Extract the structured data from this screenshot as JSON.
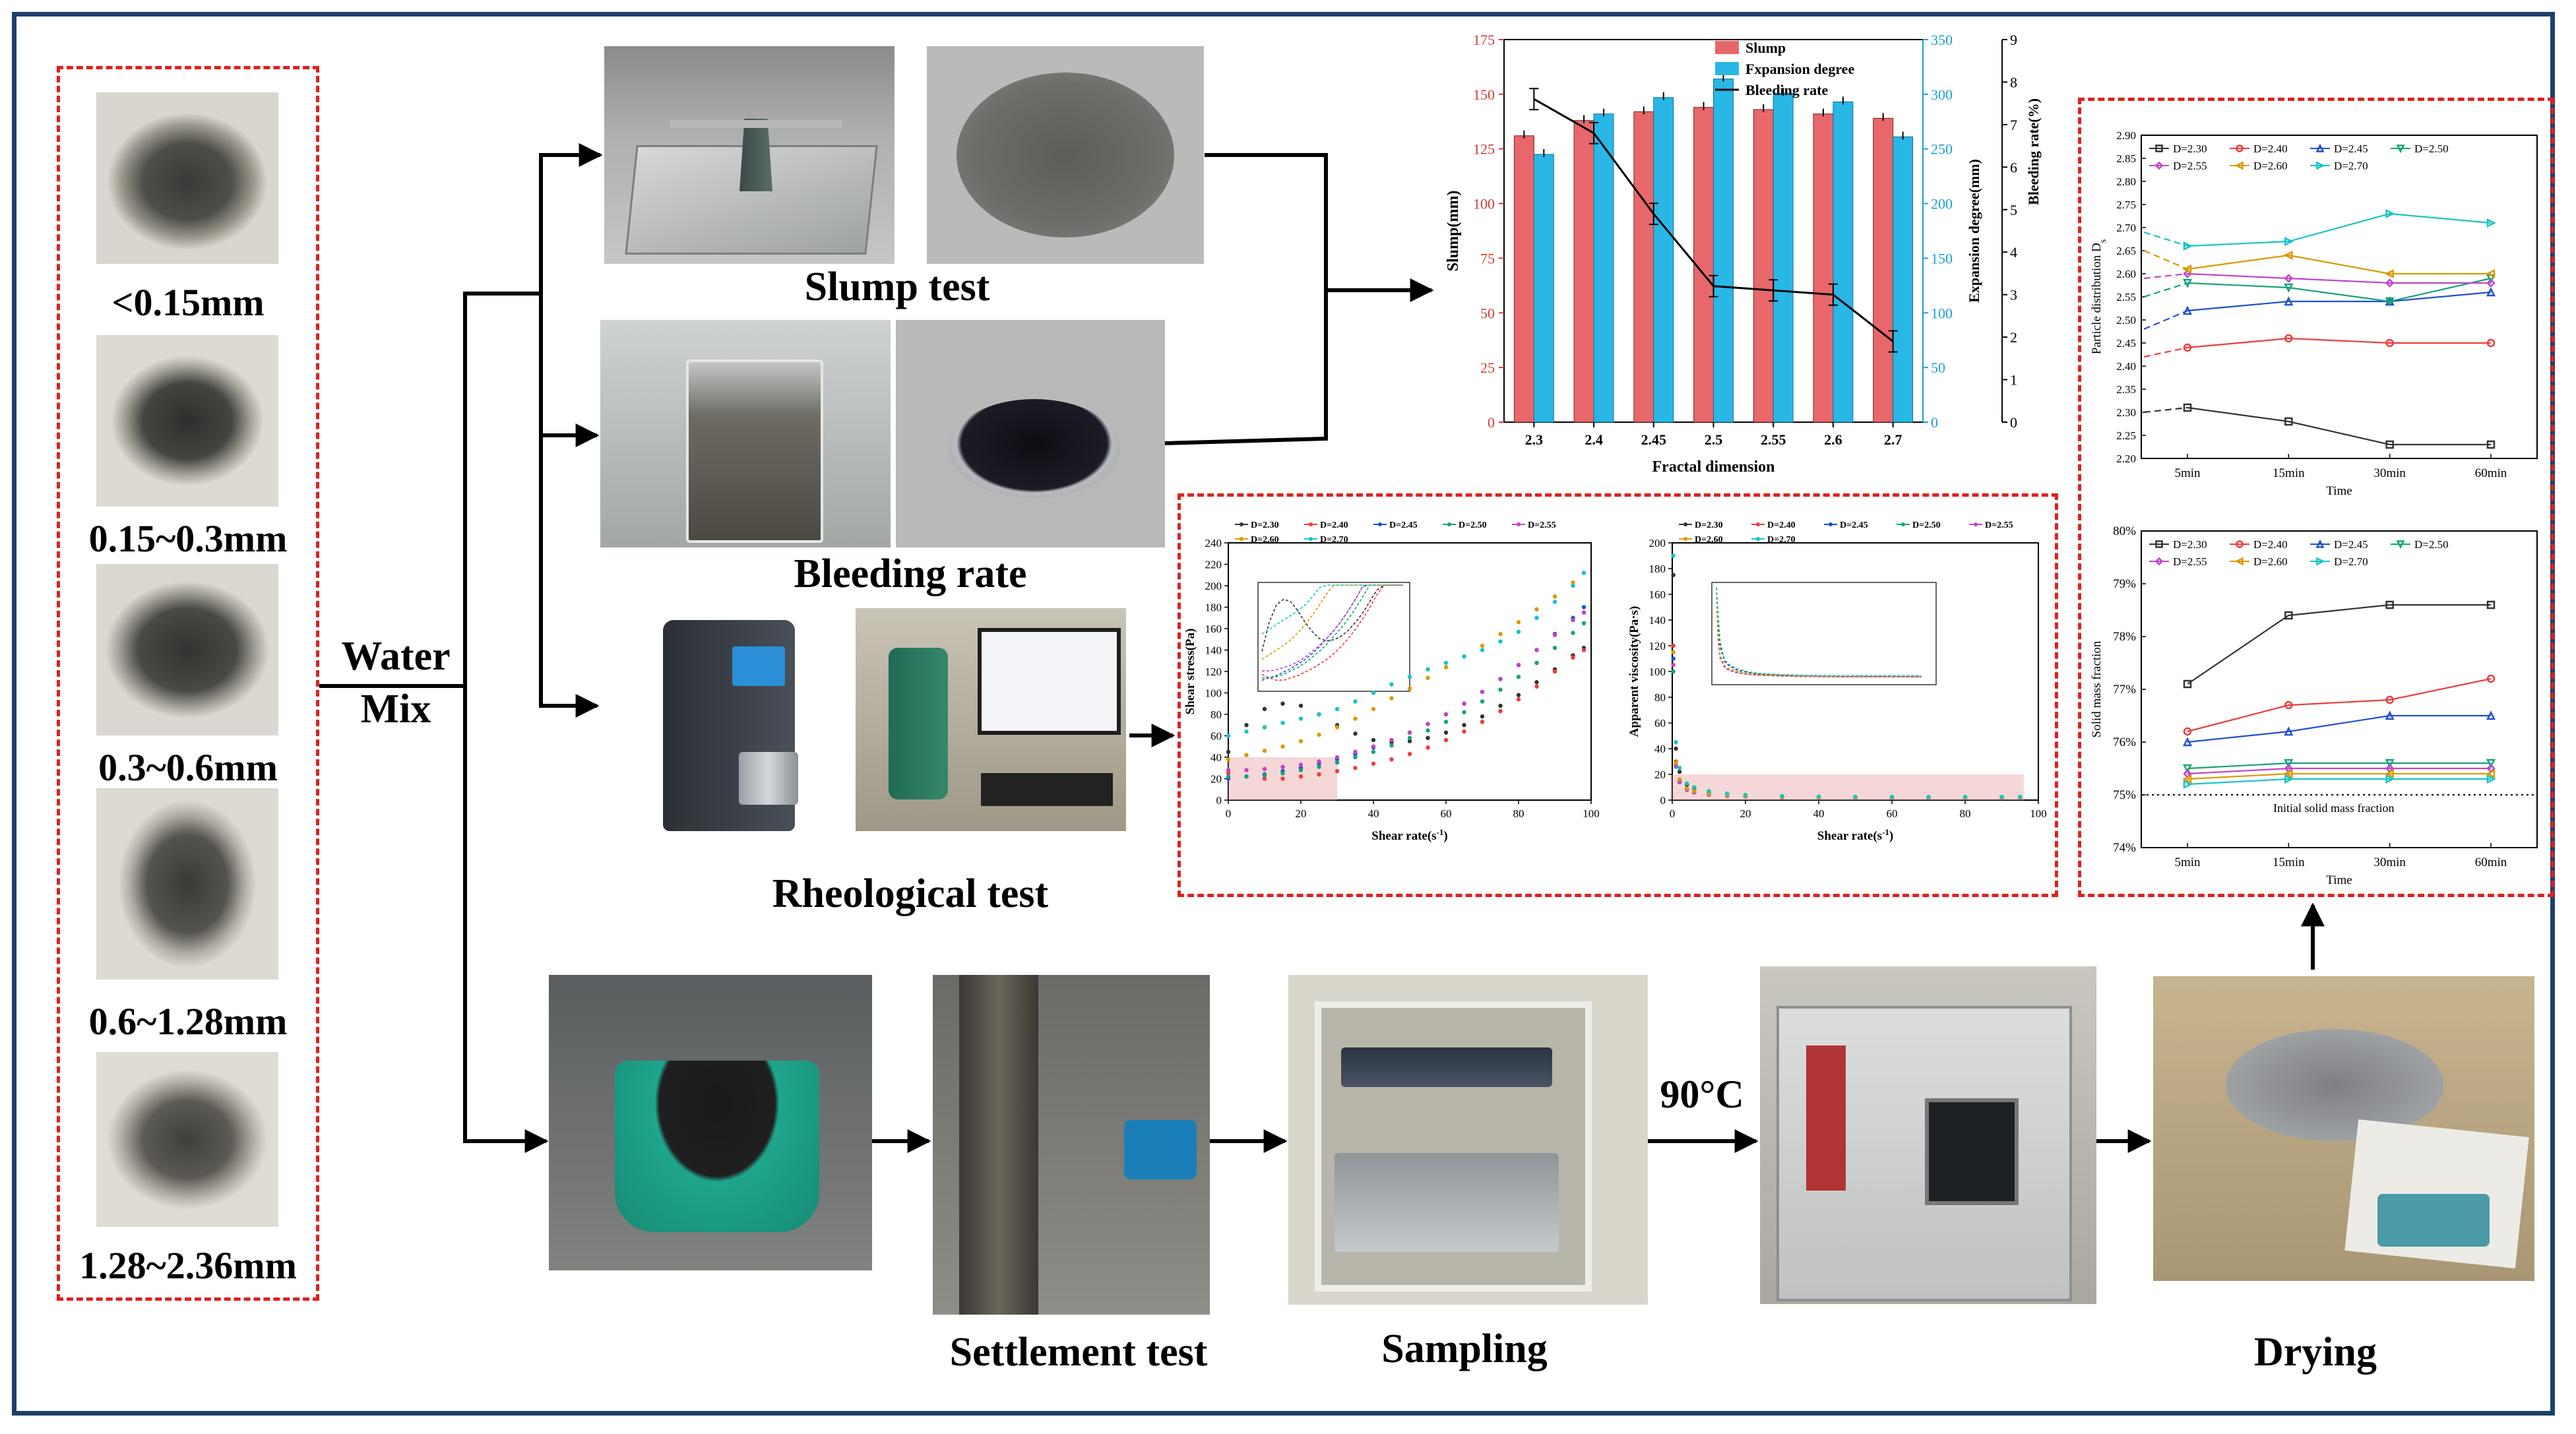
{
  "samples": {
    "labels": [
      "<0.15mm",
      "0.15~0.3mm",
      "0.3~0.6mm",
      "0.6~1.28mm",
      "1.28~2.36mm"
    ]
  },
  "labels": {
    "water": "Water",
    "mix": "Mix",
    "slump_test": "Slump test",
    "bleeding_rate": "Bleeding rate",
    "rheological_test": "Rheological test",
    "settlement_test": "Settlement test",
    "sampling": "Sampling",
    "temperature": "90°C",
    "drying": "Drying",
    "initial_solid_mass_fraction": "Initial solid mass fraction"
  },
  "chart_data": [
    {
      "id": "slump_expansion_bleeding",
      "type": "bar",
      "categories": [
        "2.3",
        "2.4",
        "2.45",
        "2.5",
        "2.55",
        "2.6",
        "2.7"
      ],
      "xlabel": "Fractal dimension",
      "ylabel": "Slump(mm)",
      "y2label": "Expansion degree(mm)",
      "y3label": "Bleeding rate(%)",
      "ylim": [
        0,
        175
      ],
      "y2lim": [
        0,
        350
      ],
      "y3lim": [
        0,
        9
      ],
      "yticks": [
        0,
        25,
        50,
        75,
        100,
        125,
        150,
        175
      ],
      "y2ticks": [
        0,
        50,
        100,
        150,
        200,
        250,
        300,
        350
      ],
      "y3ticks": [
        0,
        1,
        2,
        3,
        4,
        5,
        6,
        7,
        8,
        9
      ],
      "legend_position": "top",
      "series": [
        {
          "name": "Slump",
          "kind": "bar",
          "axis": "left",
          "color": "#e8676b",
          "values": [
            131,
            138,
            142,
            144,
            143,
            141,
            139
          ]
        },
        {
          "name": "Fxpansion degree",
          "kind": "bar",
          "axis": "right",
          "color": "#29b7e6",
          "values": [
            245,
            282,
            297,
            314,
            301,
            293,
            261
          ]
        },
        {
          "name": "Bleeding rate",
          "kind": "line",
          "axis": "third",
          "color": "#000000",
          "values": [
            7.6,
            6.8,
            4.9,
            3.2,
            3.1,
            3.0,
            1.9
          ]
        }
      ]
    },
    {
      "id": "particle_distribution",
      "type": "line",
      "ylabel": "Particle distribution D",
      "ylabel_sub": "s",
      "xlabel": "Time",
      "categories": [
        "5min",
        "15min",
        "30min",
        "60min"
      ],
      "ylim": [
        2.2,
        2.9
      ],
      "yticks": [
        "2.20",
        "2.25",
        "2.30",
        "2.35",
        "2.40",
        "2.45",
        "2.50",
        "2.55",
        "2.60",
        "2.65",
        "2.70",
        "2.75",
        "2.80",
        "2.85",
        "2.90"
      ],
      "legend_position": "top",
      "series": [
        {
          "name": "D=2.30",
          "color": "#333333",
          "marker": "square",
          "start": 2.3,
          "values": [
            2.31,
            2.28,
            2.23,
            2.23
          ]
        },
        {
          "name": "D=2.40",
          "color": "#ef3b3b",
          "marker": "circle",
          "start": 2.42,
          "values": [
            2.44,
            2.46,
            2.45,
            2.45
          ]
        },
        {
          "name": "D=2.45",
          "color": "#2050d0",
          "marker": "triangle",
          "start": 2.48,
          "values": [
            2.52,
            2.54,
            2.54,
            2.56
          ]
        },
        {
          "name": "D=2.50",
          "color": "#16a37a",
          "marker": "triangle-down",
          "start": 2.55,
          "values": [
            2.58,
            2.57,
            2.54,
            2.59
          ]
        },
        {
          "name": "D=2.55",
          "color": "#c044c8",
          "marker": "diamond",
          "start": 2.59,
          "values": [
            2.6,
            2.59,
            2.58,
            2.58
          ]
        },
        {
          "name": "D=2.60",
          "color": "#d99a00",
          "marker": "triangle-left",
          "start": 2.65,
          "values": [
            2.61,
            2.64,
            2.6,
            2.6
          ]
        },
        {
          "name": "D=2.70",
          "color": "#17c4c4",
          "marker": "triangle-right",
          "start": 2.69,
          "values": [
            2.66,
            2.67,
            2.73,
            2.71
          ]
        }
      ]
    },
    {
      "id": "solid_mass_fraction",
      "type": "line",
      "ylabel": "Solid mass fraction",
      "xlabel": "Time",
      "categories": [
        "5min",
        "15min",
        "30min",
        "60min"
      ],
      "ylim": [
        74,
        80
      ],
      "yticks": [
        "74%",
        "75%",
        "76%",
        "77%",
        "78%",
        "79%",
        "80%"
      ],
      "reference_line": 75,
      "legend_position": "top",
      "series": [
        {
          "name": "D=2.30",
          "color": "#333333",
          "marker": "square",
          "values": [
            77.1,
            78.4,
            78.6,
            78.6
          ]
        },
        {
          "name": "D=2.40",
          "color": "#ef3b3b",
          "marker": "circle",
          "values": [
            76.2,
            76.7,
            76.8,
            77.2
          ]
        },
        {
          "name": "D=2.45",
          "color": "#2050d0",
          "marker": "triangle",
          "values": [
            76.0,
            76.2,
            76.5,
            76.5
          ]
        },
        {
          "name": "D=2.50",
          "color": "#16a37a",
          "marker": "triangle-down",
          "values": [
            75.5,
            75.6,
            75.6,
            75.6
          ]
        },
        {
          "name": "D=2.55",
          "color": "#c044c8",
          "marker": "diamond",
          "values": [
            75.4,
            75.5,
            75.5,
            75.5
          ]
        },
        {
          "name": "D=2.60",
          "color": "#d99a00",
          "marker": "triangle-left",
          "values": [
            75.3,
            75.4,
            75.4,
            75.4
          ]
        },
        {
          "name": "D=2.70",
          "color": "#17c4c4",
          "marker": "triangle-right",
          "values": [
            75.2,
            75.3,
            75.3,
            75.3
          ]
        }
      ]
    },
    {
      "id": "shear_stress",
      "type": "scatter",
      "xlabel": "Shear rate(s",
      "xlabel_sup": "-1",
      "xlabel_end": ")",
      "ylabel": "Shear stress(Pa)",
      "xlim": [
        0,
        100
      ],
      "ylim": [
        0,
        240
      ],
      "xticks": [
        0,
        20,
        40,
        60,
        80,
        100
      ],
      "yticks": [
        0,
        20,
        40,
        60,
        80,
        100,
        120,
        140,
        160,
        180,
        200,
        220,
        240
      ],
      "legend_position": "top",
      "series": [
        {
          "name": "D=2.30",
          "color": "#333333",
          "x": [
            0,
            5,
            10,
            15,
            20,
            25,
            30,
            35,
            40,
            45,
            50,
            55,
            60,
            65,
            70,
            75,
            80,
            85,
            90,
            95,
            98
          ],
          "y": [
            45,
            70,
            85,
            90,
            88,
            80,
            70,
            62,
            56,
            54,
            55,
            58,
            63,
            70,
            78,
            88,
            98,
            110,
            122,
            135,
            142
          ]
        },
        {
          "name": "D=2.40",
          "color": "#ef3b3b",
          "x": [
            0,
            5,
            10,
            15,
            20,
            25,
            30,
            35,
            40,
            45,
            50,
            55,
            60,
            65,
            70,
            75,
            80,
            85,
            90,
            95,
            98
          ],
          "y": [
            25,
            22,
            20,
            20,
            22,
            24,
            27,
            30,
            34,
            38,
            43,
            49,
            56,
            64,
            73,
            83,
            94,
            106,
            120,
            133,
            140
          ]
        },
        {
          "name": "D=2.45",
          "color": "#2050d0",
          "x": [
            0,
            5,
            10,
            15,
            20,
            25,
            30,
            35,
            40,
            45,
            50,
            55,
            60,
            65,
            70,
            75,
            80,
            85,
            90,
            95,
            98
          ],
          "y": [
            20,
            22,
            24,
            27,
            30,
            34,
            38,
            43,
            49,
            56,
            63,
            71,
            80,
            90,
            101,
            113,
            126,
            140,
            155,
            170,
            180
          ]
        },
        {
          "name": "D=2.50",
          "color": "#16a37a",
          "x": [
            0,
            5,
            10,
            15,
            20,
            25,
            30,
            35,
            40,
            45,
            50,
            55,
            60,
            65,
            70,
            75,
            80,
            85,
            90,
            95,
            98
          ],
          "y": [
            22,
            22,
            23,
            25,
            28,
            31,
            35,
            40,
            45,
            51,
            58,
            65,
            73,
            82,
            92,
            103,
            115,
            128,
            142,
            156,
            165
          ]
        },
        {
          "name": "D=2.55",
          "color": "#c044c8",
          "x": [
            0,
            5,
            10,
            15,
            20,
            25,
            30,
            35,
            40,
            45,
            50,
            55,
            60,
            65,
            70,
            75,
            80,
            85,
            90,
            95,
            98
          ],
          "y": [
            28,
            28,
            29,
            31,
            33,
            36,
            40,
            45,
            50,
            56,
            63,
            71,
            80,
            90,
            101,
            113,
            126,
            140,
            154,
            168,
            175
          ]
        },
        {
          "name": "D=2.60",
          "color": "#d99a00",
          "x": [
            0,
            5,
            10,
            15,
            20,
            25,
            30,
            35,
            40,
            45,
            50,
            55,
            60,
            65,
            70,
            75,
            80,
            85,
            90,
            95,
            98
          ],
          "y": [
            38,
            42,
            46,
            50,
            55,
            61,
            68,
            76,
            85,
            95,
            104,
            114,
            124,
            134,
            144,
            155,
            166,
            178,
            190,
            203,
            212
          ]
        },
        {
          "name": "D=2.70",
          "color": "#17c4c4",
          "x": [
            0,
            5,
            10,
            15,
            20,
            25,
            30,
            35,
            40,
            45,
            50,
            55,
            60,
            65,
            70,
            75,
            80,
            85,
            90,
            95,
            98
          ],
          "y": [
            60,
            64,
            68,
            72,
            76,
            80,
            85,
            92,
            100,
            108,
            115,
            122,
            128,
            134,
            140,
            148,
            157,
            170,
            185,
            200,
            212
          ]
        }
      ]
    },
    {
      "id": "apparent_viscosity",
      "type": "scatter",
      "xlabel": "Shear rate(s",
      "xlabel_sup": "-1",
      "xlabel_end": ")",
      "ylabel": "Apparent viscosity(Pa·s)",
      "xlim": [
        0,
        100
      ],
      "ylim": [
        0,
        200
      ],
      "xticks": [
        0,
        20,
        40,
        60,
        80,
        100
      ],
      "yticks": [
        0,
        20,
        40,
        60,
        80,
        100,
        120,
        140,
        160,
        180,
        200
      ],
      "legend_position": "top",
      "series": [
        {
          "name": "D=2.30",
          "color": "#333333",
          "x": [
            0.3,
            1,
            2,
            4,
            6,
            10,
            15,
            20,
            30,
            40,
            50,
            60,
            70,
            80,
            90,
            95
          ],
          "y": [
            175,
            40,
            22,
            12,
            9,
            6,
            4.5,
            3.5,
            2.8,
            2.3,
            2,
            2,
            2,
            1.9,
            1.9,
            1.9
          ]
        },
        {
          "name": "D=2.40",
          "color": "#ef3b3b",
          "x": [
            0.3,
            1,
            2,
            4,
            6,
            10,
            15,
            20,
            30,
            40,
            50,
            60,
            70,
            80,
            90,
            95
          ],
          "y": [
            120,
            30,
            16,
            9,
            7,
            5,
            3.5,
            3,
            2.4,
            2,
            1.8,
            1.7,
            1.7,
            1.7,
            1.6,
            1.6
          ]
        },
        {
          "name": "D=2.45",
          "color": "#2050d0",
          "x": [
            0.3,
            1,
            2,
            4,
            6,
            10,
            15,
            20,
            30,
            40,
            50,
            60,
            70,
            80,
            90,
            95
          ],
          "y": [
            110,
            28,
            15,
            8,
            6,
            4.5,
            3.3,
            2.8,
            2.2,
            1.9,
            1.8,
            1.7,
            1.7,
            1.7,
            1.7,
            1.7
          ]
        },
        {
          "name": "D=2.50",
          "color": "#16a37a",
          "x": [
            0.3,
            1,
            2,
            4,
            6,
            10,
            15,
            20,
            30,
            40,
            50,
            60,
            70,
            80,
            90,
            95
          ],
          "y": [
            100,
            26,
            14,
            8,
            6,
            4.2,
            3.2,
            2.7,
            2.2,
            1.9,
            1.8,
            1.7,
            1.7,
            1.7,
            1.7,
            1.7
          ]
        },
        {
          "name": "D=2.55",
          "color": "#c044c8",
          "x": [
            0.3,
            1,
            2,
            4,
            6,
            10,
            15,
            20,
            30,
            40,
            50,
            60,
            70,
            80,
            90,
            95
          ],
          "y": [
            105,
            27,
            14,
            8,
            6,
            4.4,
            3.3,
            2.8,
            2.3,
            2,
            1.8,
            1.8,
            1.8,
            1.8,
            1.8,
            1.8
          ]
        },
        {
          "name": "D=2.60",
          "color": "#d99a00",
          "x": [
            0.3,
            1,
            2,
            4,
            6,
            10,
            15,
            20,
            30,
            40,
            50,
            60,
            70,
            80,
            90,
            95
          ],
          "y": [
            115,
            29,
            16,
            9,
            7,
            5,
            3.6,
            3,
            2.4,
            2.1,
            2,
            2,
            2,
            2,
            2,
            2
          ]
        },
        {
          "name": "D=2.70",
          "color": "#17c4c4",
          "x": [
            0.3,
            1,
            2,
            4,
            6,
            10,
            15,
            20,
            30,
            40,
            50,
            60,
            70,
            80,
            90,
            95
          ],
          "y": [
            190,
            45,
            25,
            13,
            10,
            7,
            5,
            4,
            3.2,
            2.8,
            2.6,
            2.5,
            2.5,
            2.5,
            2.5,
            2.5
          ]
        }
      ]
    }
  ]
}
